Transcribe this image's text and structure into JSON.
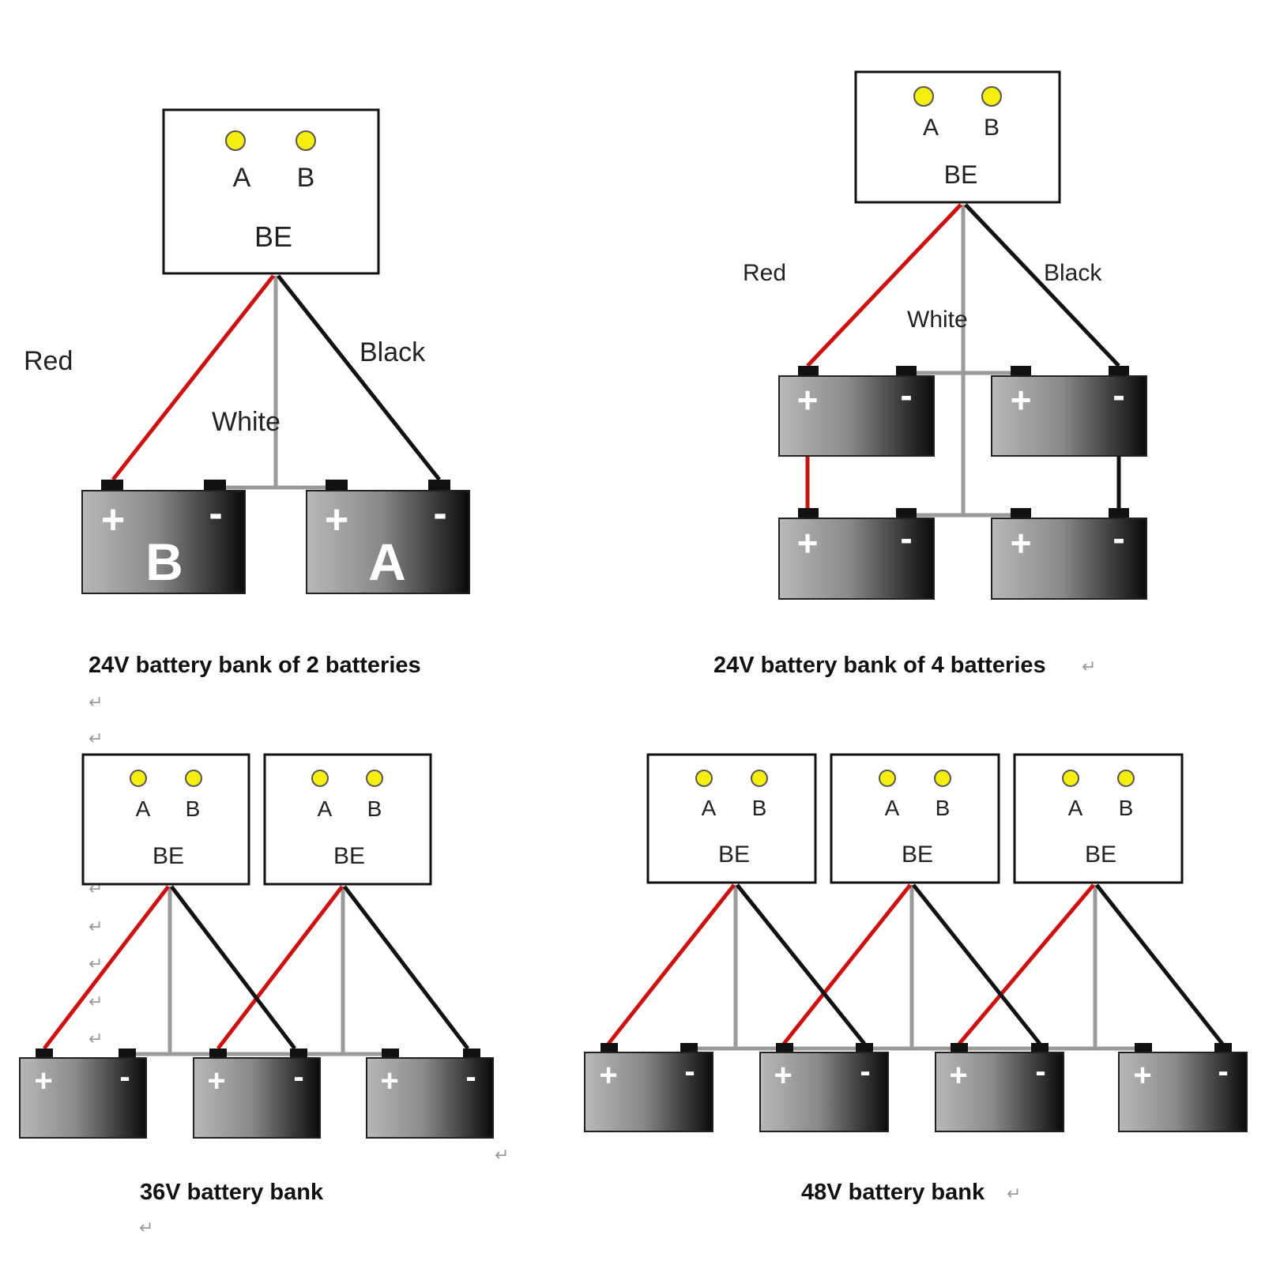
{
  "colors": {
    "red_wire": "#cc1111",
    "black_wire": "#111111",
    "white_wire": "#9a9a9a",
    "led": "#f5ee10"
  },
  "module": {
    "led_a": "A",
    "led_b": "B",
    "name": "BE"
  },
  "battery": {
    "plus": "+",
    "minus": "-"
  },
  "return_mark": "↵",
  "panel1": {
    "wire_red": "Red",
    "wire_white": "White",
    "wire_black": "Black",
    "battery_b": "B",
    "battery_a": "A",
    "caption": "24V battery bank of 2 batteries"
  },
  "panel2": {
    "wire_red": "Red",
    "wire_white": "White",
    "wire_black": "Black",
    "caption": "24V battery bank of 4 batteries"
  },
  "panel3": {
    "caption": "36V battery bank"
  },
  "panel4": {
    "caption": "48V battery bank"
  }
}
